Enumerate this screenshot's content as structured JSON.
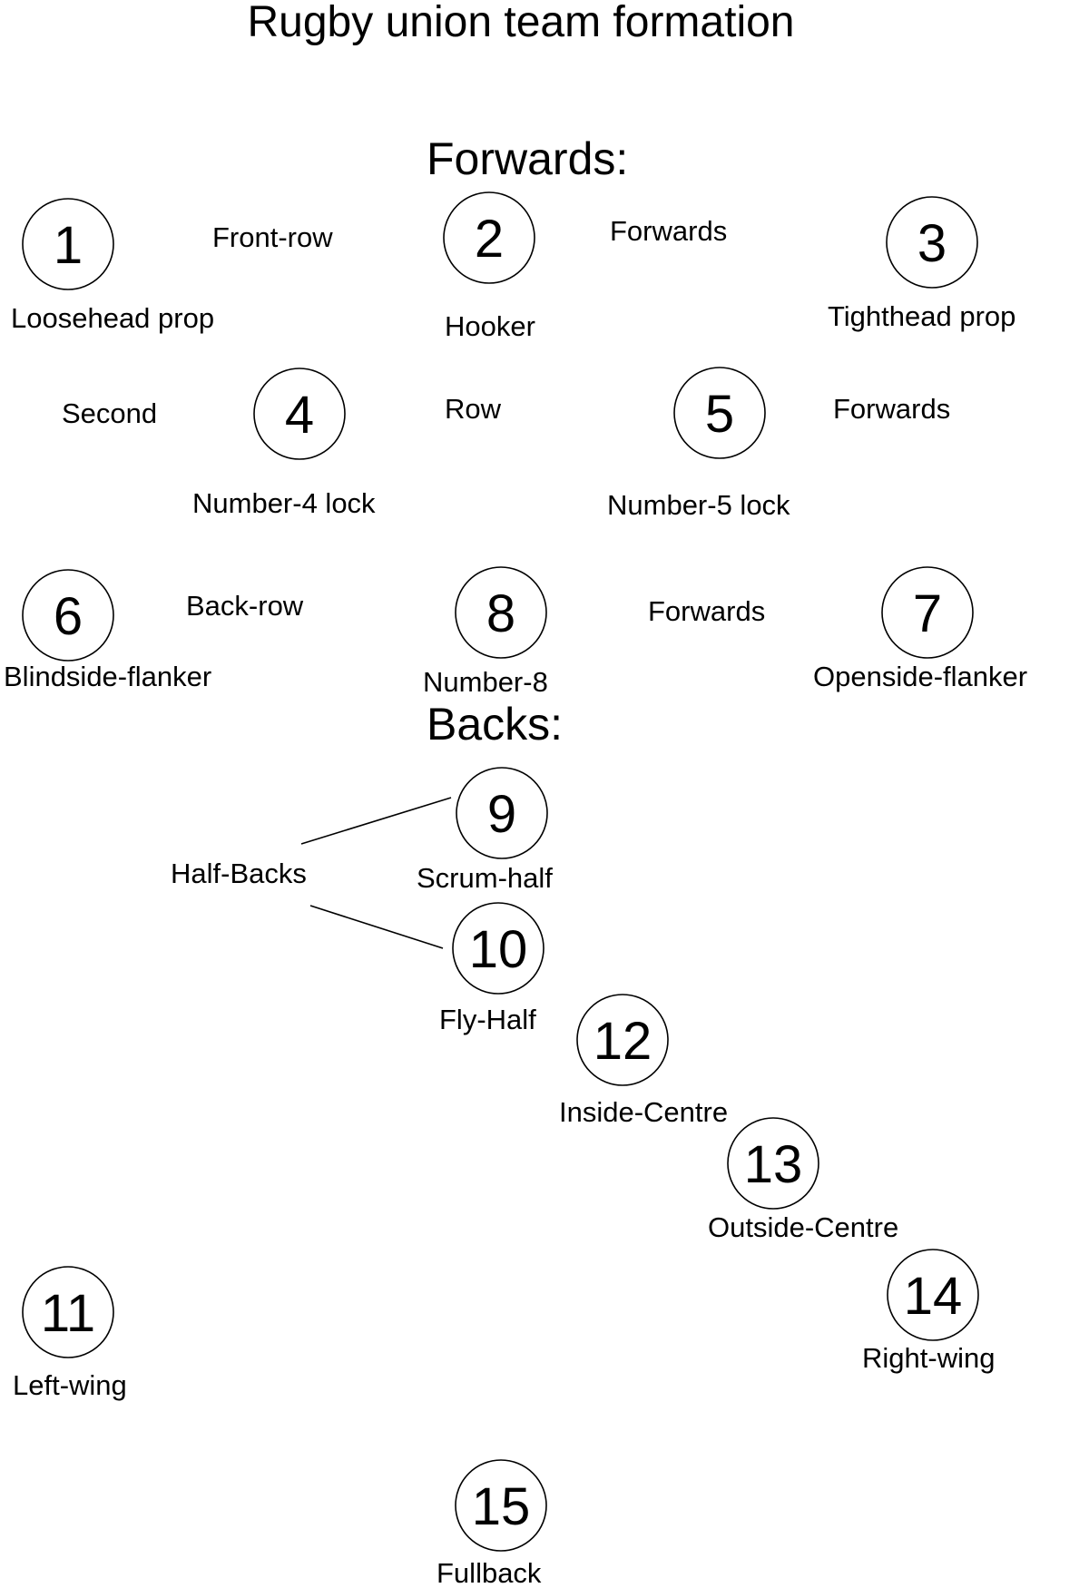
{
  "title": "Rugby union team formation",
  "sections": {
    "forwards": "Forwards:",
    "backs": "Backs:"
  },
  "groups": {
    "front_row_1": "Front-row",
    "front_row_2": "Forwards",
    "second_row_1": "Second",
    "second_row_2": "Row",
    "second_row_3": "Forwards",
    "back_row_1": "Back-row",
    "back_row_2": "Forwards",
    "half_backs": "Half-Backs"
  },
  "players": [
    {
      "number": "1",
      "position": "Loosehead prop"
    },
    {
      "number": "2",
      "position": "Hooker"
    },
    {
      "number": "3",
      "position": "Tighthead prop"
    },
    {
      "number": "4",
      "position": "Number-4 lock"
    },
    {
      "number": "5",
      "position": "Number-5 lock"
    },
    {
      "number": "6",
      "position": "Blindside-flanker"
    },
    {
      "number": "8",
      "position": "Number-8"
    },
    {
      "number": "7",
      "position": "Openside-flanker"
    },
    {
      "number": "9",
      "position": "Scrum-half"
    },
    {
      "number": "10",
      "position": "Fly-Half"
    },
    {
      "number": "12",
      "position": "Inside-Centre"
    },
    {
      "number": "13",
      "position": "Outside-Centre"
    },
    {
      "number": "11",
      "position": "Left-wing"
    },
    {
      "number": "14",
      "position": "Right-wing"
    },
    {
      "number": "15",
      "position": "Fullback"
    }
  ]
}
